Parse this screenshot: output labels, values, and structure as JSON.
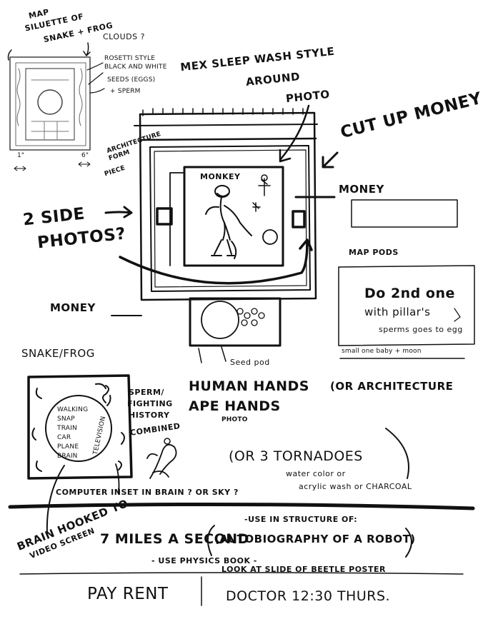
{
  "map_sketch": {
    "label_line1": "MAP",
    "label_line2": "SILUETTE OF",
    "label_line3": "SNAKE + FROG",
    "clouds": "CLOUDS ?",
    "rosetti_line1": "ROSETTI STYLE",
    "rosetti_line2": "BLACK AND WHITE",
    "seeds_line1": "SEEDS (EGGS)",
    "seeds_line2": "+ SPERM",
    "dim_left": "1\"",
    "dim_right": "6\""
  },
  "main_piece": {
    "header_line1": "MEX SLEEP WASH STYLE",
    "header_line2": "AROUND",
    "header_line3": "PHOTO",
    "cut_up_money": "CUT UP MONEY",
    "architecture_line1": "ARCHITECTURE",
    "architecture_line2": "FORM",
    "architecture_line3": "PIECE",
    "monkey": "MONKEY",
    "money_right": "MONEY",
    "side_photos_line1": "2 SIDE",
    "side_photos_line2": "PHOTOS?",
    "money_left": "MONEY",
    "seed_pod": "Seed pod"
  },
  "right_notes": {
    "map_pods": "MAP PODS",
    "box_line1": "Do 2nd one",
    "box_line2": "with pillar's",
    "box_line3": "sperms goes to egg",
    "box_footer": "small one baby + moon"
  },
  "snake_frog": {
    "title": "SNAKE/FROG",
    "list": [
      "WALKING",
      "SNAP",
      "TRAIN",
      "CAR",
      "PLANE",
      "BRAIN"
    ],
    "side_word": "TELEVISION",
    "sperm_line1": "SPERM/",
    "sperm_line2": "FIGHTING",
    "sperm_line3": "HISTORY",
    "sperm_line4": "COMBINED"
  },
  "hands": {
    "line1": "HUMAN HANDS",
    "line2": "APE  HANDS",
    "photo": "PHOTO",
    "or_architecture": "(OR ARCHITECTURE"
  },
  "tornadoes": {
    "main": "(OR  3 TORNADOES",
    "water_line1": "water color or",
    "water_line2": "acrylic wash or CHARCOAL"
  },
  "computer_inset": "COMPUTER INSET IN BRAIN ? OR SKY ?",
  "brain_hooked_line1": "BRAIN HOOKED TO",
  "brain_hooked_line2": "VIDEO SCREEN",
  "seven_miles": "7 MILES A SECOND",
  "autobiography": {
    "use_line": "-USE IN STRUCTURE OF:",
    "title": "(AUTOBIOGRAPHY OF A ROBOT)"
  },
  "physics": "- USE PHYSICS BOOK -",
  "beetle": "LOOK AT SLIDE OF BEETLE POSTER",
  "footer": {
    "pay_rent": "PAY RENT",
    "doctor": "DOCTOR  12:30 THURS."
  }
}
